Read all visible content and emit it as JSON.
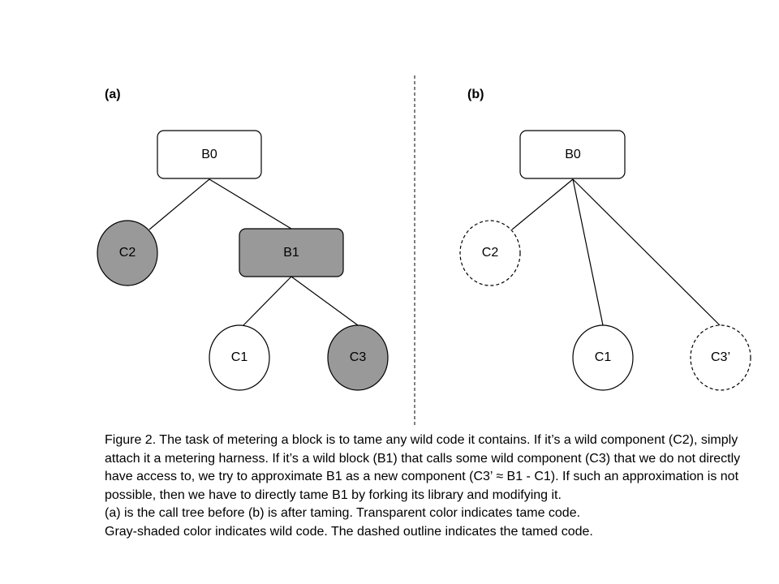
{
  "panels": {
    "a": {
      "label": "(a)",
      "nodes": {
        "b0": "B0",
        "c2": "C2",
        "b1": "B1",
        "c1": "C1",
        "c3": "C3"
      }
    },
    "b": {
      "label": "(b)",
      "nodes": {
        "b0": "B0",
        "c2": "C2",
        "c1": "C1",
        "c3p": "C3’"
      }
    }
  },
  "colors": {
    "wild_fill": "#999999",
    "tame_fill": "#ffffff",
    "outline": "#000000"
  },
  "caption": {
    "paragraph1": "Figure 2. The task of metering a block is to tame any wild code it contains. If it’s a wild component (C2), simply attach it a metering harness. If it’s a wild block (B1) that calls some wild component (C3) that we do not directly have access to, we try to approximate B1 as a new component (C3’ ≈ B1 - C1). If such an approximation is not possible, then we have to directly tame B1 by forking its library and modifying it.",
    "paragraph2": "(a) is the call tree before (b) is after taming. Transparent color indicates tame code.",
    "paragraph3": "Gray-shaded color indicates wild code. The dashed outline indicates the tamed code."
  }
}
